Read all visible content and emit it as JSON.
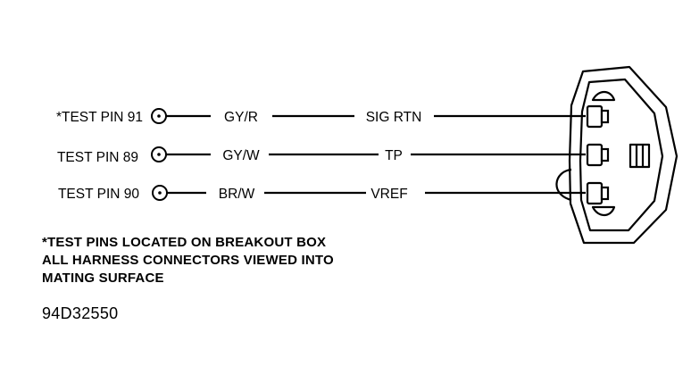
{
  "pins": [
    {
      "label": "*TEST PIN 91",
      "wire": "GY/R",
      "signal": "SIG RTN"
    },
    {
      "label": "TEST PIN 89",
      "wire": "GY/W",
      "signal": "TP"
    },
    {
      "label": "TEST PIN 90",
      "wire": "BR/W",
      "signal": "VREF"
    }
  ],
  "notes": [
    "*TEST PINS LOCATED ON BREAKOUT BOX",
    "ALL HARNESS CONNECTORS VIEWED INTO",
    "MATING SURFACE"
  ],
  "figure_id": "94D32550",
  "colors": {
    "ink": "#000000",
    "background": "#ffffff"
  }
}
